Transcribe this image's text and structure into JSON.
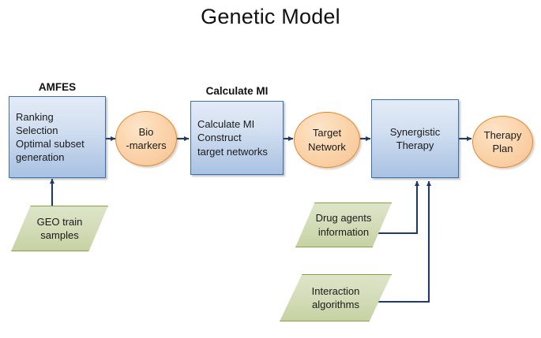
{
  "title": "Genetic Model",
  "colors": {
    "process_fill_top": "#e3ebf7",
    "process_fill_bottom": "#a9c2e2",
    "process_border": "#3f6fa8",
    "ellipse_fill": "#fbd5ad",
    "ellipse_border": "#e08a2e",
    "data_fill": "#d4ddba",
    "data_border": "#86a23f",
    "connector": "#1f3a63",
    "background": "#ffffff",
    "text": "#1a1a1a"
  },
  "captions": [
    {
      "id": "amfes",
      "label": "AMFES"
    },
    {
      "id": "calculate_mi",
      "label": "Calculate MI"
    }
  ],
  "process_boxes": [
    {
      "id": "amfes_box",
      "caption": "AMFES",
      "text": "Ranking\nSelection\nOptimal subset\ngeneration",
      "align": "left"
    },
    {
      "id": "calculate_mi_box",
      "caption": "Calculate MI",
      "text": "Calculate MI\nConstruct\ntarget networks",
      "align": "left"
    },
    {
      "id": "synergistic_therapy_box",
      "caption": "",
      "text": "Synergistic\nTherapy",
      "align": "center"
    }
  ],
  "ellipses": [
    {
      "id": "biomarkers",
      "text": "Bio\n-markers"
    },
    {
      "id": "target_network",
      "text": "Target\nNetwork"
    },
    {
      "id": "therapy_plan",
      "text": "Therapy\nPlan"
    }
  ],
  "data_shapes": [
    {
      "id": "geo_train_samples",
      "text": "GEO train\nsamples"
    },
    {
      "id": "drug_agents_information",
      "text": "Drug agents\ninformation"
    },
    {
      "id": "interaction_algorithms",
      "text": "Interaction\nalgorithms"
    }
  ],
  "flow": {
    "arrows": [
      {
        "id": "amfes-to-biomarkers",
        "from": "amfes_box",
        "to": "biomarkers",
        "direction": "right"
      },
      {
        "id": "biomarkers-to-calculate-mi",
        "from": "biomarkers",
        "to": "calculate_mi_box",
        "direction": "right"
      },
      {
        "id": "calculate-mi-to-target-network",
        "from": "calculate_mi_box",
        "to": "target_network",
        "direction": "right"
      },
      {
        "id": "target-network-to-synergistic-therapy",
        "from": "target_network",
        "to": "synergistic_therapy_box",
        "direction": "right"
      },
      {
        "id": "synergistic-therapy-to-therapy-plan",
        "from": "synergistic_therapy_box",
        "to": "therapy_plan",
        "direction": "right"
      },
      {
        "id": "geo-samples-to-amfes",
        "from": "geo_train_samples",
        "to": "amfes_box",
        "direction": "up"
      },
      {
        "id": "drug-agents-to-synergistic-therapy",
        "from": "drug_agents_information",
        "to": "synergistic_therapy_box",
        "direction": "elbow-up"
      },
      {
        "id": "interaction-algorithms-to-synergistic-therapy",
        "from": "interaction_algorithms",
        "to": "synergistic_therapy_box",
        "direction": "elbow-up"
      }
    ]
  }
}
